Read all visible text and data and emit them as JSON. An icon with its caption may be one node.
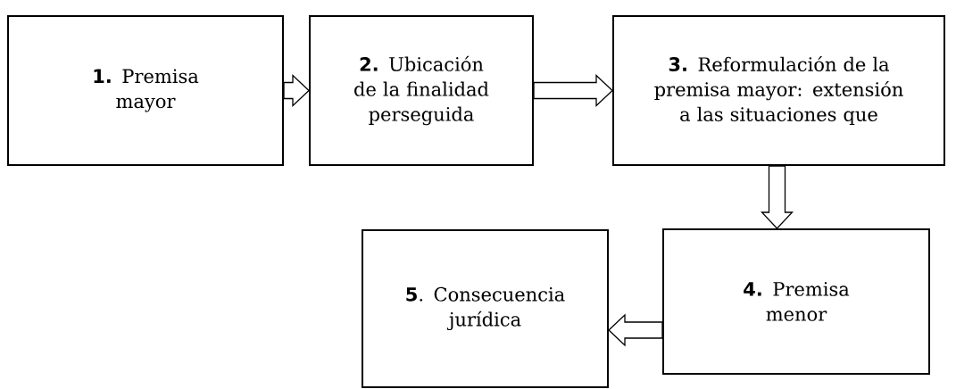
{
  "diagram": {
    "nodes": [
      {
        "text": [
          "**1.** Premisa mayor"
        ]
      },
      {
        "text": [
          "**2.** Ubicación de la finalidad perseguida"
        ]
      },
      {
        "text": [
          "**3.** Reformulación de la premisa mayor: extensión a las situaciones que"
        ]
      },
      {
        "text": [
          "**4.** Premisa menor"
        ]
      },
      {
        "text": [
          "**5**. Consecuencia jurídica"
        ]
      }
    ],
    "edges": [
      {
        "from": 0,
        "to": 1,
        "arrow": "to"
      },
      {
        "from": 1,
        "to": 2,
        "arrow": "to"
      },
      {
        "from": 2,
        "to": 3,
        "arrow": "to"
      },
      {
        "from": 3,
        "to": 4,
        "arrow": "to"
      }
    ]
  }
}
